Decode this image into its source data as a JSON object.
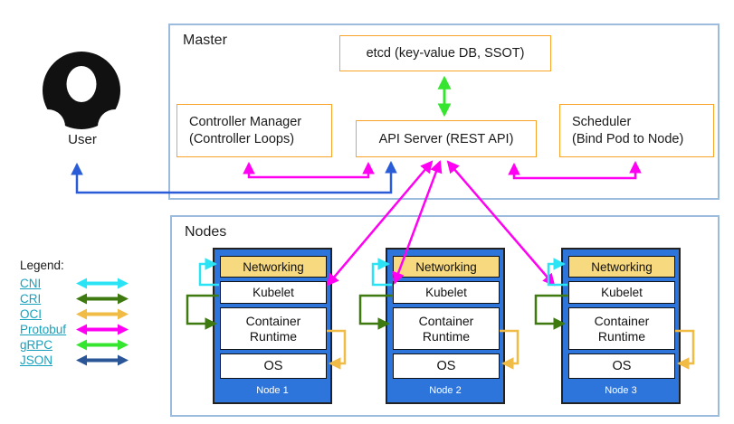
{
  "diagram": {
    "user": {
      "label": "User"
    },
    "master": {
      "title": "Master",
      "etcd_label": "etcd (key-value DB, SSOT)",
      "controller_manager_line1": "Controller Manager",
      "controller_manager_line2": "(Controller Loops)",
      "api_server_label": "API Server (REST API)",
      "scheduler_line1": "Scheduler",
      "scheduler_line2": "(Bind Pod to Node)"
    },
    "nodes": {
      "title": "Nodes",
      "components": {
        "networking": "Networking",
        "kubelet": "Kubelet",
        "container_runtime": "Container Runtime",
        "os": "OS"
      },
      "stacks": [
        {
          "label": "Node 1"
        },
        {
          "label": "Node 2"
        },
        {
          "label": "Node 3"
        }
      ]
    },
    "legend": {
      "title": "Legend:",
      "items": [
        {
          "label": "CNI",
          "color": "#2AE4F6"
        },
        {
          "label": "CRI",
          "color": "#3E7A10"
        },
        {
          "label": "OCI",
          "color": "#F0BC45"
        },
        {
          "label": "Protobuf",
          "color": "#FF00F2"
        },
        {
          "label": "gRPC",
          "color": "#35E52F"
        },
        {
          "label": "JSON",
          "color": "#2A5697"
        }
      ]
    },
    "colors": {
      "container_border": "#9DBBDD",
      "component_border": "#F7A428",
      "node_fill": "#2E75DB",
      "networking_fill": "#F7D980",
      "user_api_arrow": "#2A5CD8",
      "protobuf_arrow": "#FF00F2",
      "grpc_arrow": "#35E52F",
      "cni_arrow": "#2AE4F6",
      "cri_arrow": "#3E7A10",
      "oci_arrow": "#F0BC45",
      "legend_link": "#17A0BC"
    }
  }
}
